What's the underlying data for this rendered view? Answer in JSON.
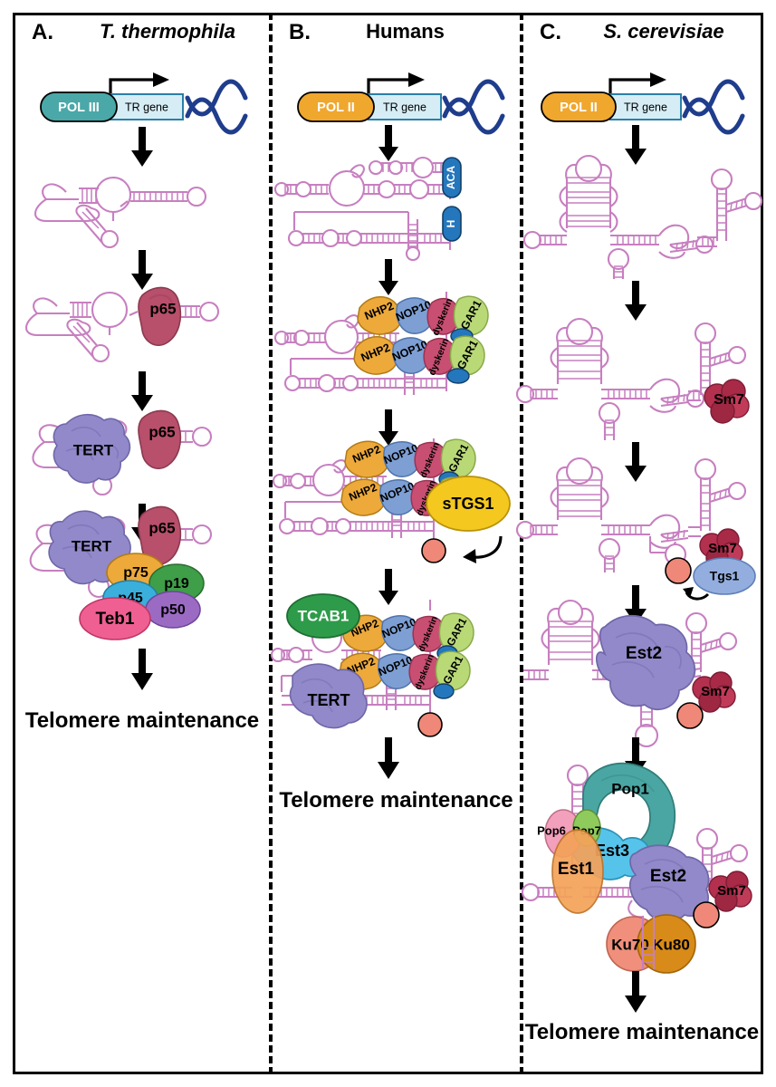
{
  "figure": {
    "panels": [
      {
        "letter": "A.",
        "organism": "T. thermophila",
        "italic": true,
        "polymerase": "POL III",
        "gene_label": "TR gene",
        "outcome": "Telomere maintenance",
        "proteins": [
          {
            "name": "p65",
            "color": "#b84f6b"
          },
          {
            "name": "TERT",
            "color": "#9189c9"
          },
          {
            "name": "p75",
            "color": "#eda93a"
          },
          {
            "name": "p19",
            "color": "#3f9e48"
          },
          {
            "name": "p45",
            "color": "#3aafdc"
          },
          {
            "name": "p50",
            "color": "#9b6bc4"
          },
          {
            "name": "Teb1",
            "color": "#ef5f91"
          }
        ]
      },
      {
        "letter": "B.",
        "organism": "Humans",
        "italic": false,
        "polymerase": "POL II",
        "gene_label": "TR gene",
        "outcome": "Telomere maintenance",
        "rna_boxes": [
          "ACA",
          "H"
        ],
        "proteins": [
          {
            "name": "NHP2",
            "color": "#eda93a"
          },
          {
            "name": "NOP10",
            "color": "#7d9fd4"
          },
          {
            "name": "dyskerin",
            "color": "#c84f72"
          },
          {
            "name": "GAR1",
            "color": "#b9d977"
          },
          {
            "name": "sTGS1",
            "color": "#f4c81e"
          },
          {
            "name": "TCAB1",
            "color": "#2e9b4a"
          },
          {
            "name": "TERT",
            "color": "#9189c9"
          }
        ]
      },
      {
        "letter": "C.",
        "organism": "S. cerevisiae",
        "italic": true,
        "polymerase": "POL II",
        "gene_label": "TR gene",
        "outcome": "Telomere maintenance",
        "proteins": [
          {
            "name": "Sm7",
            "color": "#b4304f"
          },
          {
            "name": "Tgs1",
            "color": "#93aede"
          },
          {
            "name": "Est2",
            "color": "#9189c9"
          },
          {
            "name": "Pop1",
            "color": "#4aa6a3"
          },
          {
            "name": "Pop6",
            "color": "#f2a0bb"
          },
          {
            "name": "Pop7",
            "color": "#8fcb5c"
          },
          {
            "name": "Est3",
            "color": "#56c4ea"
          },
          {
            "name": "Est1",
            "color": "#f4a259"
          },
          {
            "name": "Ku70",
            "color": "#ef8f7c"
          },
          {
            "name": "Ku80",
            "color": "#d88b18"
          }
        ]
      }
    ],
    "colors": {
      "rna": "#c77fc0",
      "rna_dark": "#b558ac",
      "dna_helix": "#1f3d8c",
      "gene_box": "#d6edf6",
      "pol3": "#4aa8a8",
      "pol2": "#f0a72e",
      "cap": "#ef8878",
      "box_blue": "#2477bd",
      "black": "#000000"
    }
  }
}
